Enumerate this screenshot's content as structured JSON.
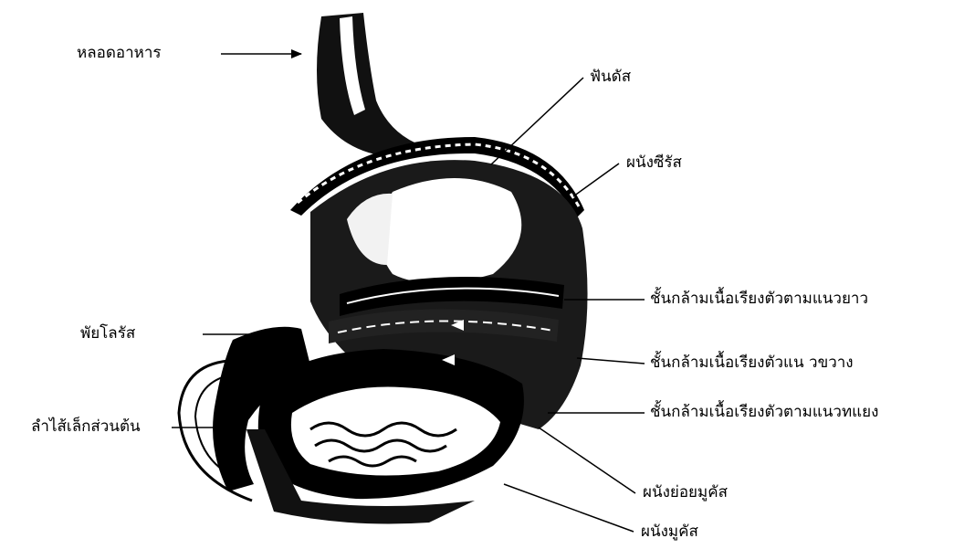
{
  "labels": {
    "esophagus": "หลอดอาหาร",
    "fundus": "ฟันดัส",
    "serosa": "ผนังซีรัส",
    "longitudinal_muscle": "ชั้นกล้ามเนื้อเรียงตัวตามแนวยาว",
    "pylorus": "พัยโลรัส",
    "circular_muscle": "ชั้นกล้ามเนื้อเรียงตัวแน วขวาง",
    "duodenum": "ลำไส้เล็กส่วนต้น",
    "oblique_muscle": "ชั้นกล้ามเนื้อเรียงตัวตามแนวทแยง",
    "submucosa": "ผนังย่อยมูคัส",
    "mucosa": "ผนังมูคัส"
  },
  "colors": {
    "ink": "#000000",
    "paper": "#ffffff"
  }
}
